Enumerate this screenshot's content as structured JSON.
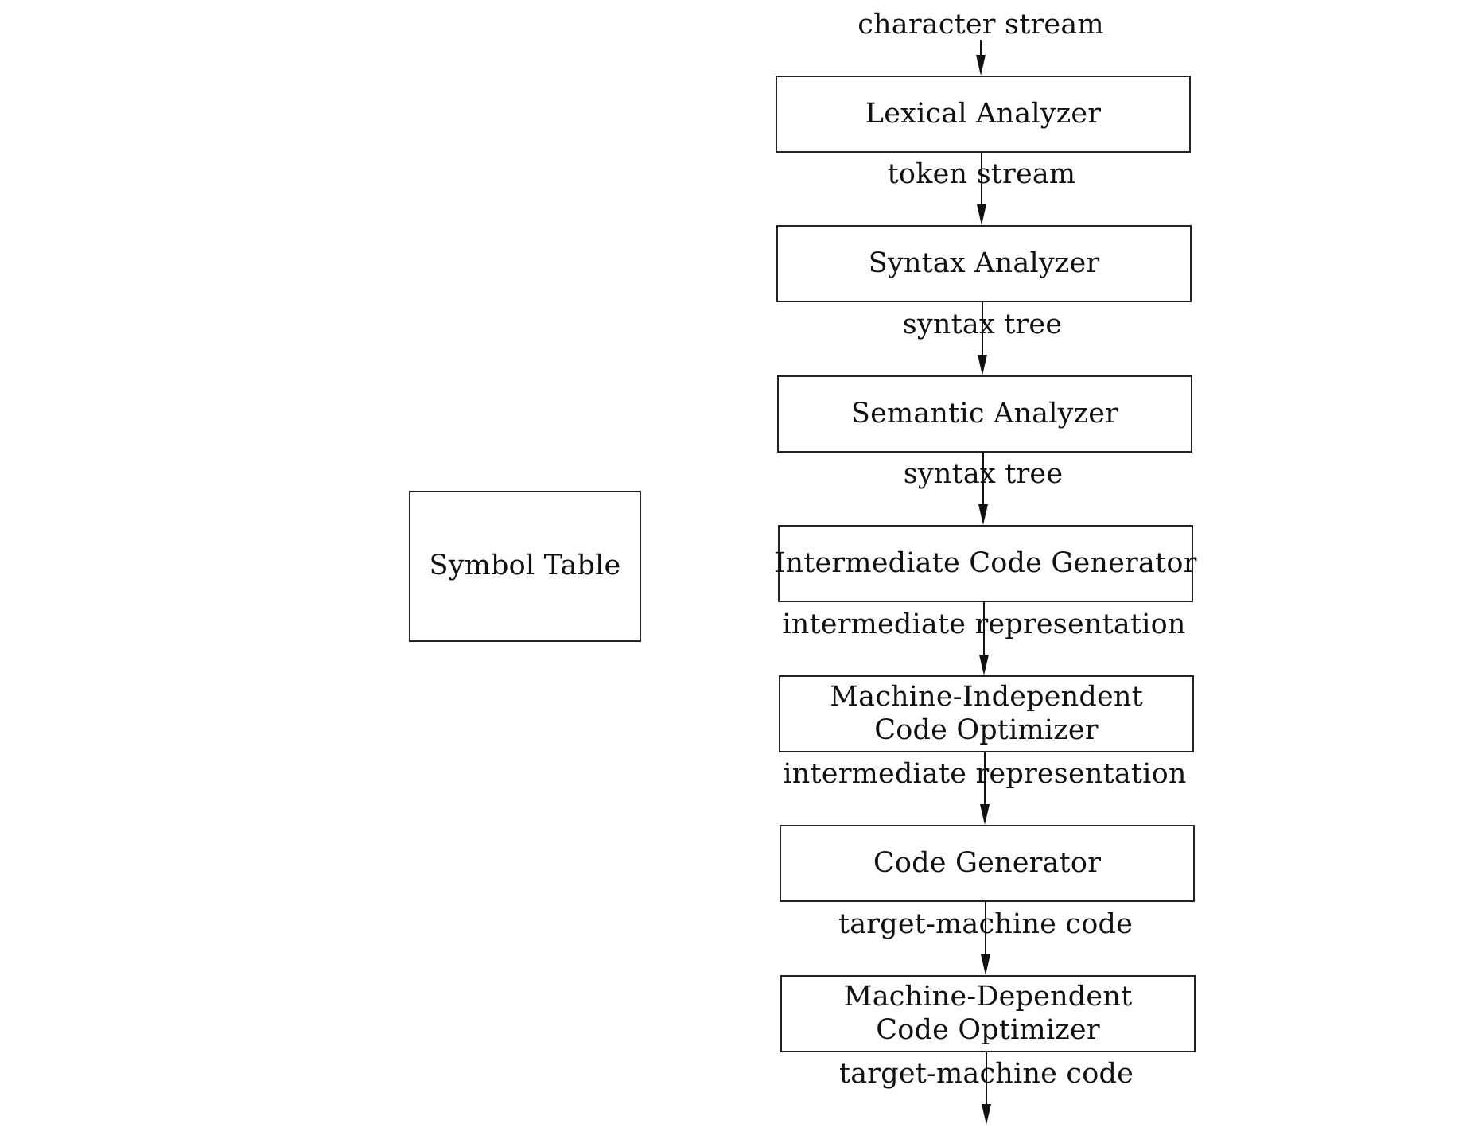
{
  "diagram": {
    "stages": [
      {
        "lines": [
          "Lexical Analyzer"
        ]
      },
      {
        "lines": [
          "Syntax Analyzer"
        ]
      },
      {
        "lines": [
          "Semantic Analyzer"
        ]
      },
      {
        "lines": [
          "Intermediate Code Generator"
        ]
      },
      {
        "lines": [
          "Machine-Independent",
          "Code Optimizer"
        ]
      },
      {
        "lines": [
          "Code Generator"
        ]
      },
      {
        "lines": [
          "Machine-Dependent",
          "Code Optimizer"
        ]
      }
    ],
    "flows": [
      "character stream",
      "token stream",
      "syntax tree",
      "syntax tree",
      "intermediate representation",
      "intermediate representation",
      "target-machine code",
      "target-machine code"
    ],
    "symbol_table": "Symbol Table",
    "colors": {
      "ink": "#111111",
      "border": "#222222",
      "background": "#ffffff"
    }
  }
}
